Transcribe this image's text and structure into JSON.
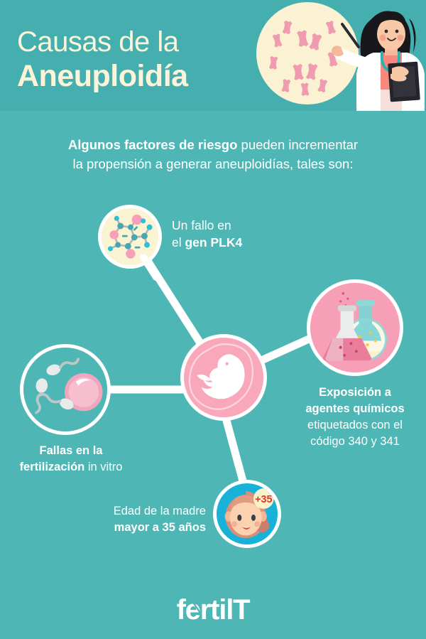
{
  "header": {
    "title_line1": "Causas de la",
    "title_line2": "Aneuploidía",
    "title_color": "#FBF4D9",
    "band_color": "#44AFAE",
    "art": {
      "petri_icon": "chromosomes-circle",
      "doctor_icon": "female-doctor",
      "chromosome_color": "#F09BAF",
      "petri_color": "#FAF2D2"
    }
  },
  "intro": {
    "bold_lead": "Algunos factores de riesgo",
    "rest_line1": " pueden incrementar",
    "line2": "la propensión a generar aneuploidías, tales son:"
  },
  "diagram": {
    "center": {
      "name": "embryo",
      "icon": "fetus-icon",
      "fill": "#F9A8BC"
    },
    "nodes": [
      {
        "id": "gene",
        "icon": "molecule-magnifier-icon",
        "fill": "#FAF4D3",
        "label_plain_1": "Un fallo en",
        "label_plain_2": "el ",
        "label_bold_2": "gen PLK4"
      },
      {
        "id": "chemical",
        "icon": "flasks-icon",
        "fill": "#F79FB6",
        "label_bold_1": "Exposición a",
        "label_bold_2": "agentes químicos",
        "label_plain_3": "etiquetados con el",
        "label_plain_4": "código 340 y 341"
      },
      {
        "id": "fertilization",
        "icon": "sperm-egg-icon",
        "fill": "transparent",
        "label_bold_1": "Fallas en la",
        "label_bold_2": "fertilización",
        "label_plain_2": " in vitro"
      },
      {
        "id": "mother",
        "icon": "mother-face-icon",
        "fill": "#18B2D8",
        "badge": "+35",
        "badge_fill": "#FAF2C8",
        "badge_text_color": "#E8312C",
        "label_plain_1": "Edad de la madre",
        "label_bold_2": "mayor a 35 años"
      }
    ],
    "link_color": "#FFFFFF",
    "background": "#4EB7B6"
  },
  "footer": {
    "logo_text": "fertilT",
    "logo_color": "#FFFFFF"
  }
}
